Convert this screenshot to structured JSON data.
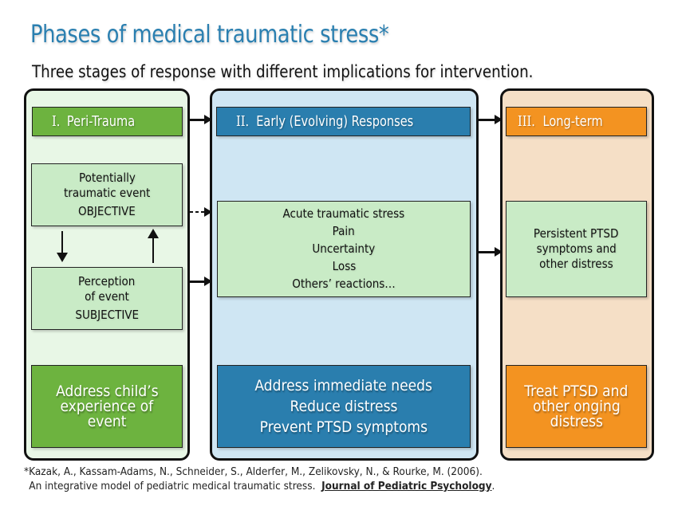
{
  "title": "Phases of medical traumatic stress*",
  "subtitle": "Three stages of response with different implications for intervention.",
  "colors": {
    "title": "#2a7fb0",
    "phase1": "#6db33f",
    "phase2": "#2a7eae",
    "phase3": "#f39321",
    "phase1_bg": "#e8f7e6",
    "phase2_bg": "#cfe6f3",
    "phase3_bg": "#f5dfc6",
    "content_box": "#c9ebc6"
  },
  "phases": [
    {
      "numeral": "I.",
      "name": "Peri-Trauma",
      "boxes": [
        {
          "lines": [
            "Potentially",
            "traumatic event"
          ],
          "tag": "OBJECTIVE"
        },
        {
          "lines": [
            "Perception",
            "of event"
          ],
          "tag": "SUBJECTIVE"
        }
      ],
      "intervention": [
        "Address child’s",
        "experience of",
        "event"
      ]
    },
    {
      "numeral": "II.",
      "name": "Early (Evolving) Responses",
      "responses": [
        "Acute traumatic stress",
        "Pain",
        "Uncertainty",
        "Loss",
        "Others’ reactions…"
      ],
      "intervention": [
        "Address immediate needs",
        "Reduce distress",
        "Prevent PTSD symptoms"
      ]
    },
    {
      "numeral": "III.",
      "name": "Long-term",
      "outcome": [
        "Persistent PTSD",
        "symptoms and",
        "other distress"
      ],
      "intervention": [
        "Treat PTSD and",
        "other onging",
        "distress"
      ]
    }
  ],
  "citation": {
    "line1": "*Kazak, A., Kassam-Adams, N., Schneider, S., Alderfer, M., Zelikovsky, N., & Rourke, M. (2006).",
    "line2": "An integrative model of pediatric medical traumatic stress.",
    "journal": "Journal of Pediatric Psychology",
    "end": "."
  }
}
